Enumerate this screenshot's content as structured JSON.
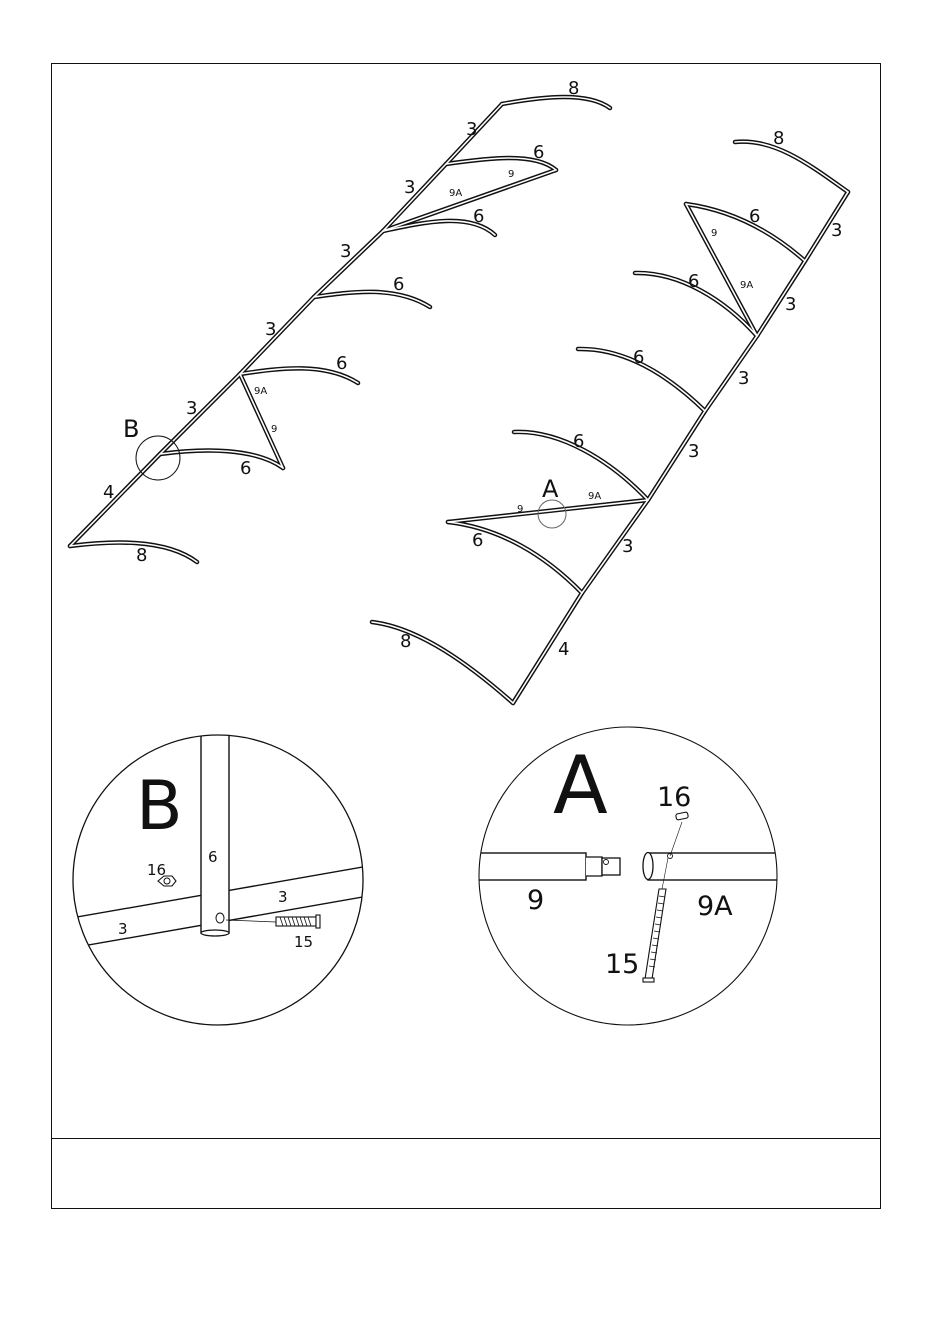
{
  "labels": {
    "p3": "3",
    "p4": "4",
    "p6": "6",
    "p8": "8",
    "p9": "9",
    "p9a": "9A",
    "p15": "15",
    "p16": "16"
  },
  "callouts": {
    "a": "A",
    "b": "B"
  },
  "colors": {
    "line": "#111111",
    "callout_circle": "#666666"
  }
}
